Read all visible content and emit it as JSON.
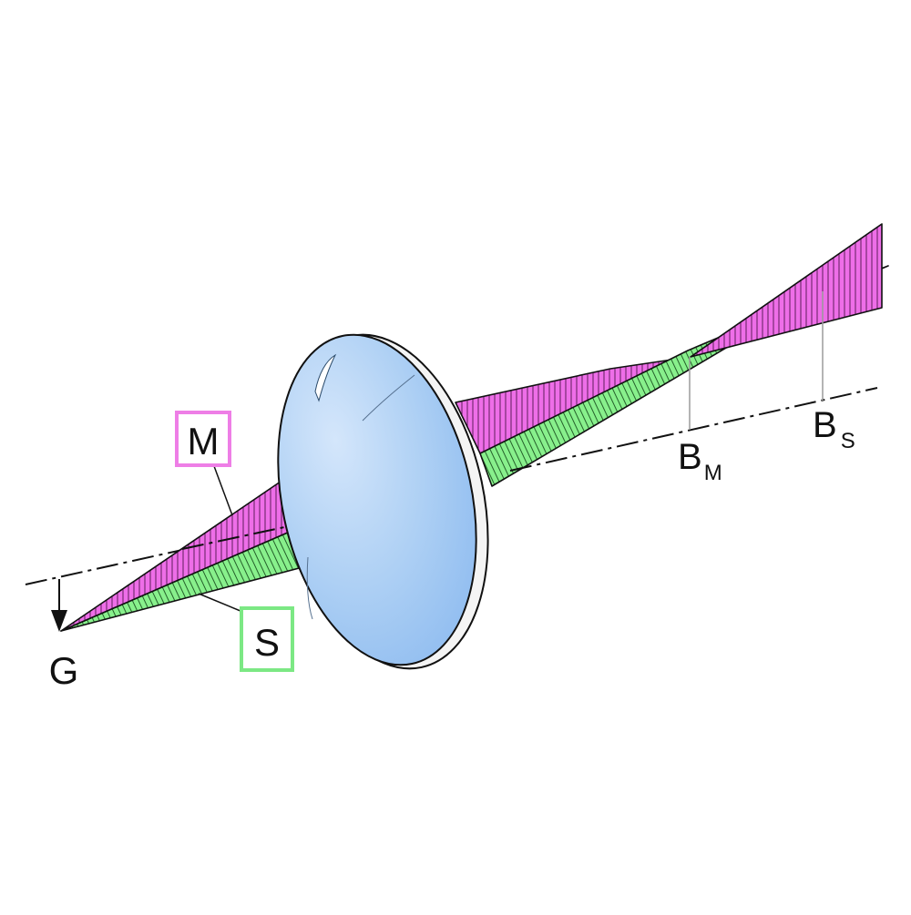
{
  "labels": {
    "meridional": "M",
    "sagittal": "S",
    "object": "G",
    "image_meridional_main": "B",
    "image_meridional_sub": "M",
    "image_sagittal_main": "B",
    "image_sagittal_sub": "S"
  },
  "colors": {
    "meridional_fan": "#ee6ee8",
    "meridional_box": "#ee7ee6",
    "sagittal_fan": "#88f08c",
    "sagittal_box": "#7ce884",
    "lens_fill": "#a9cff3",
    "lens_edge": "#f2f2f2",
    "stroke": "#111111",
    "leader": "#9a9a9a"
  },
  "icons": {
    "object_arrow": "arrow-down-icon",
    "lens": "lens-icon"
  }
}
